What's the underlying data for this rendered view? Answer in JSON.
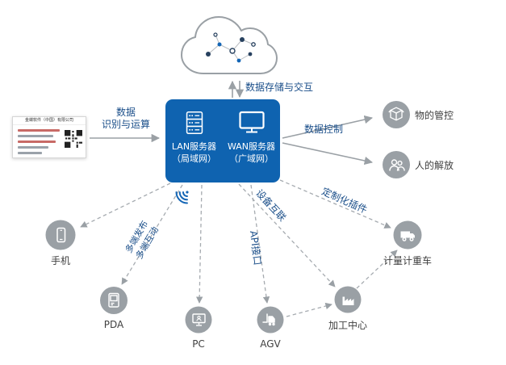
{
  "colors": {
    "hub_blue": "#0f63b0",
    "flow_label_blue": "#1b4f8a",
    "node_gray": "#9aa0a5",
    "line_gray": "#a2a7ac",
    "text_dark": "#3f3f3f",
    "wifi_blue": "#1365b5"
  },
  "hub": {
    "lan": {
      "title": "LAN服务器",
      "subtitle": "（局域网）",
      "icon": "server-rack-icon"
    },
    "wan": {
      "title": "WAN服务器",
      "subtitle": "（广域网）",
      "icon": "monitor-icon"
    }
  },
  "cloud": {
    "icon": "cloud-icon",
    "content": "network-circuit-nodes"
  },
  "labels": {
    "storage": "数据存储与交互",
    "recognition_line1": "数据",
    "recognition_line2": "识别与运算",
    "control": "数据控制",
    "multi_line1": "多端发布",
    "multi_line2": "多端互动",
    "api": "API接口",
    "device_link": "设备互联",
    "plugin": "定制化插件"
  },
  "right_nodes": [
    {
      "label": "物的管控",
      "icon": "package-icon"
    },
    {
      "label": "人的解放",
      "icon": "people-icon"
    }
  ],
  "devices": [
    {
      "label": "手机",
      "icon": "phone-icon"
    },
    {
      "label": "PDA",
      "icon": "pda-icon"
    },
    {
      "label": "PC",
      "icon": "pc-icon"
    },
    {
      "label": "AGV",
      "icon": "forklift-icon"
    },
    {
      "label": "加工中心",
      "icon": "factory-icon"
    },
    {
      "label": "计量计重车",
      "icon": "truck-icon"
    }
  ],
  "ticket": {
    "header": "金蝶软件（中国）有限公司"
  }
}
